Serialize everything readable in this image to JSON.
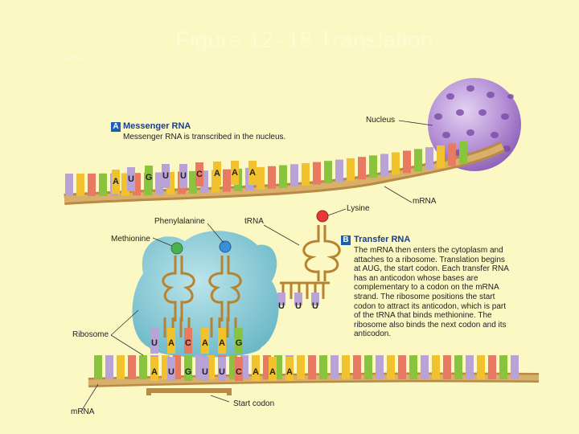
{
  "slide": {
    "title": "Figure 12–18 Translation",
    "section": "Section 12-3"
  },
  "panel_a": {
    "badge": "A",
    "heading": "Messenger RNA",
    "text": "Messenger RNA is transcribed in the nucleus."
  },
  "panel_b": {
    "badge": "B",
    "heading": "Transfer RNA",
    "text_lines": [
      "The mRNA then enters the cytoplasm and",
      "attaches to a ribosome. Translation begins",
      "at AUG, the start codon. Each transfer RNA",
      "has an anticodon whose bases are",
      "complementary to a codon on the mRNA",
      "strand. The ribosome positions the start",
      "codon to attract its anticodon, which is part",
      "of the tRNA that binds methionine. The",
      "ribosome also binds the next codon and its",
      "anticodon."
    ]
  },
  "labels": {
    "nucleus": "Nucleus",
    "mrna_top": "mRNA",
    "lysine": "Lysine",
    "trna": "tRNA",
    "phenylalanine": "Phenylalanine",
    "methionine": "Methionine",
    "ribosome": "Ribosome",
    "start_codon": "Start codon",
    "mrna_bottom": "mRNA"
  },
  "bases": {
    "top_strand": [
      "A",
      "U",
      "G",
      "U",
      "U",
      "C",
      "A",
      "A",
      "A"
    ],
    "free_anticodon": [
      "U",
      "U",
      "U"
    ],
    "ribosome_anticodons": [
      "U",
      "A",
      "C",
      "A",
      "A",
      "G"
    ],
    "bottom_strand": [
      "A",
      "U",
      "G",
      "U",
      "U",
      "C",
      "A",
      "A",
      "A"
    ]
  },
  "colors": {
    "background": "#fbf8c4",
    "nucleus": "#b58fd6",
    "ribosome": "#7fc6d6",
    "backbone": "#d2a45a",
    "A": "#f2c12e",
    "U": "#b8a2d6",
    "G": "#8ac43f",
    "C": "#e87a62"
  }
}
